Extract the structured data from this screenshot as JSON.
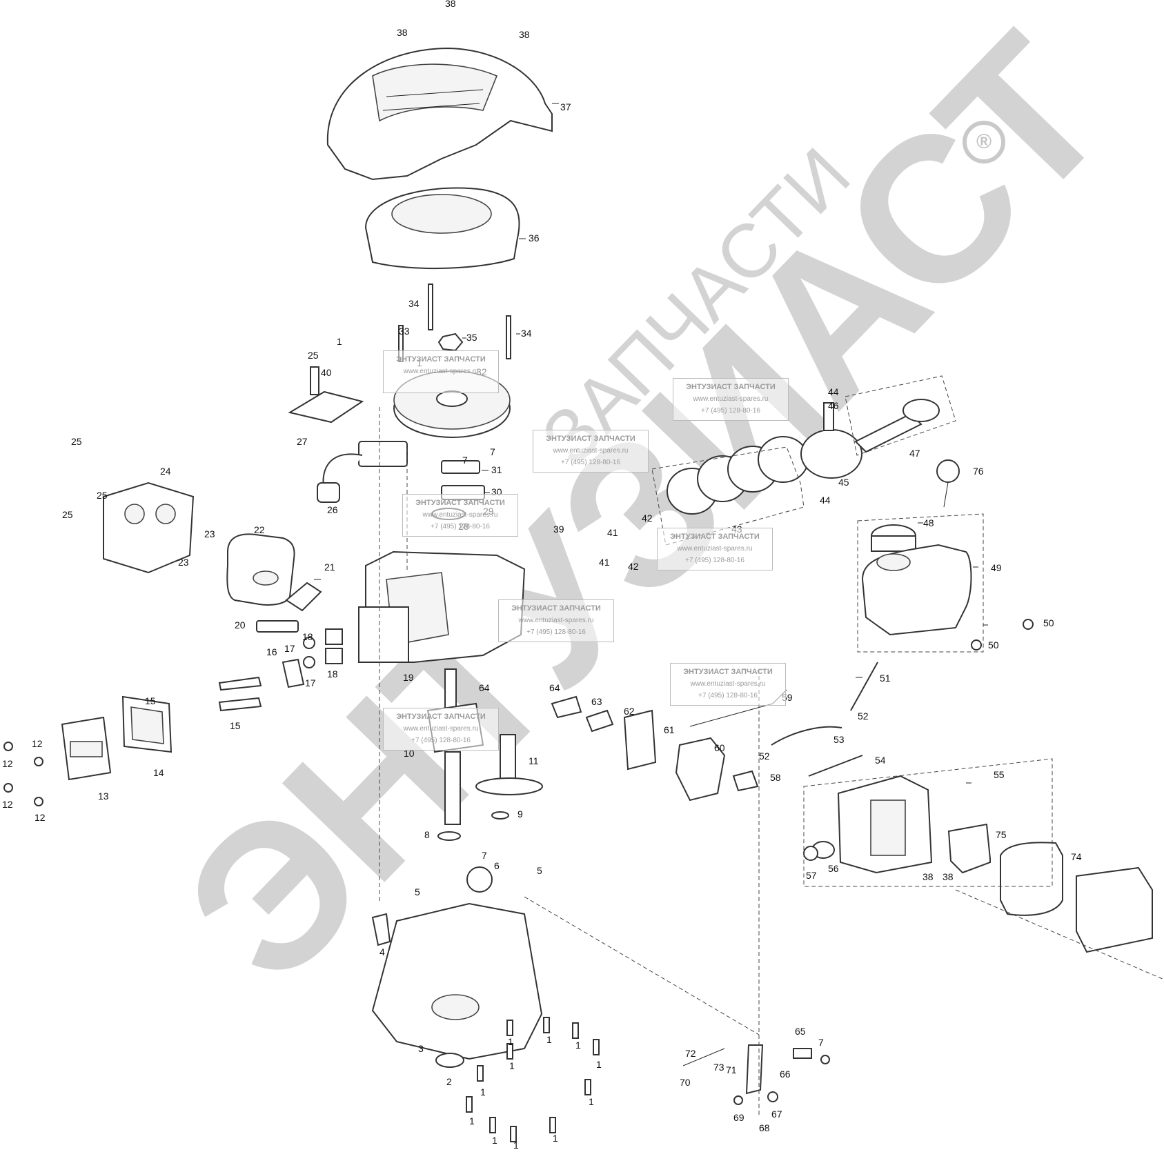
{
  "brand": {
    "wordmark": "ЭНТУЗИАСТ",
    "subtitle": "ЗАПЧАСТИ",
    "registered": "®"
  },
  "watermark_card": {
    "title": "ЭНТУЗИАСТ ЗАПЧАСТИ",
    "website": "www.entuziast-spares.ru",
    "phone": "+7 (495) 128-80-16"
  },
  "callouts": [
    "1",
    "2",
    "3",
    "4",
    "5",
    "6",
    "7",
    "8",
    "9",
    "10",
    "11",
    "12",
    "13",
    "14",
    "15",
    "16",
    "17",
    "18",
    "19",
    "20",
    "21",
    "22",
    "23",
    "24",
    "25",
    "26",
    "27",
    "28",
    "29",
    "30",
    "31",
    "32",
    "33",
    "34",
    "35",
    "36",
    "37",
    "38",
    "39",
    "40",
    "41",
    "42",
    "43",
    "44",
    "45",
    "46",
    "47",
    "48",
    "49",
    "50",
    "51",
    "52",
    "53",
    "54",
    "55",
    "56",
    "57",
    "58",
    "59",
    "60",
    "61",
    "62",
    "63",
    "64",
    "65",
    "66",
    "67",
    "68",
    "69",
    "70",
    "71",
    "72",
    "73",
    "74",
    "75",
    "76"
  ],
  "parts": [
    {
      "id": "shroud-cover",
      "ref": "37"
    },
    {
      "id": "blower-housing",
      "ref": "36"
    },
    {
      "id": "flywheel",
      "ref": "32"
    },
    {
      "id": "ignition-coil",
      "ref": "26"
    },
    {
      "id": "crankcase-cylinder",
      "ref": "19"
    },
    {
      "id": "muffler-cover",
      "ref": "24"
    },
    {
      "id": "muffler",
      "ref": "22"
    },
    {
      "id": "valve-cover",
      "ref": "13"
    },
    {
      "id": "crankshaft",
      "ref": "10"
    },
    {
      "id": "camshaft",
      "ref": "11"
    },
    {
      "id": "piston",
      "ref": "45"
    },
    {
      "id": "connecting-rod",
      "ref": "47"
    },
    {
      "id": "fuel-tank",
      "ref": "49"
    },
    {
      "id": "fuel-cap",
      "ref": "48"
    },
    {
      "id": "carburetor",
      "ref": "60"
    },
    {
      "id": "air-filter-housing",
      "ref": "55"
    },
    {
      "id": "air-filter-element",
      "ref": "74"
    },
    {
      "id": "air-filter-cover",
      "ref": "73"
    },
    {
      "id": "crankcase-cover",
      "ref": "3"
    },
    {
      "id": "governor-lever",
      "ref": "68"
    }
  ]
}
